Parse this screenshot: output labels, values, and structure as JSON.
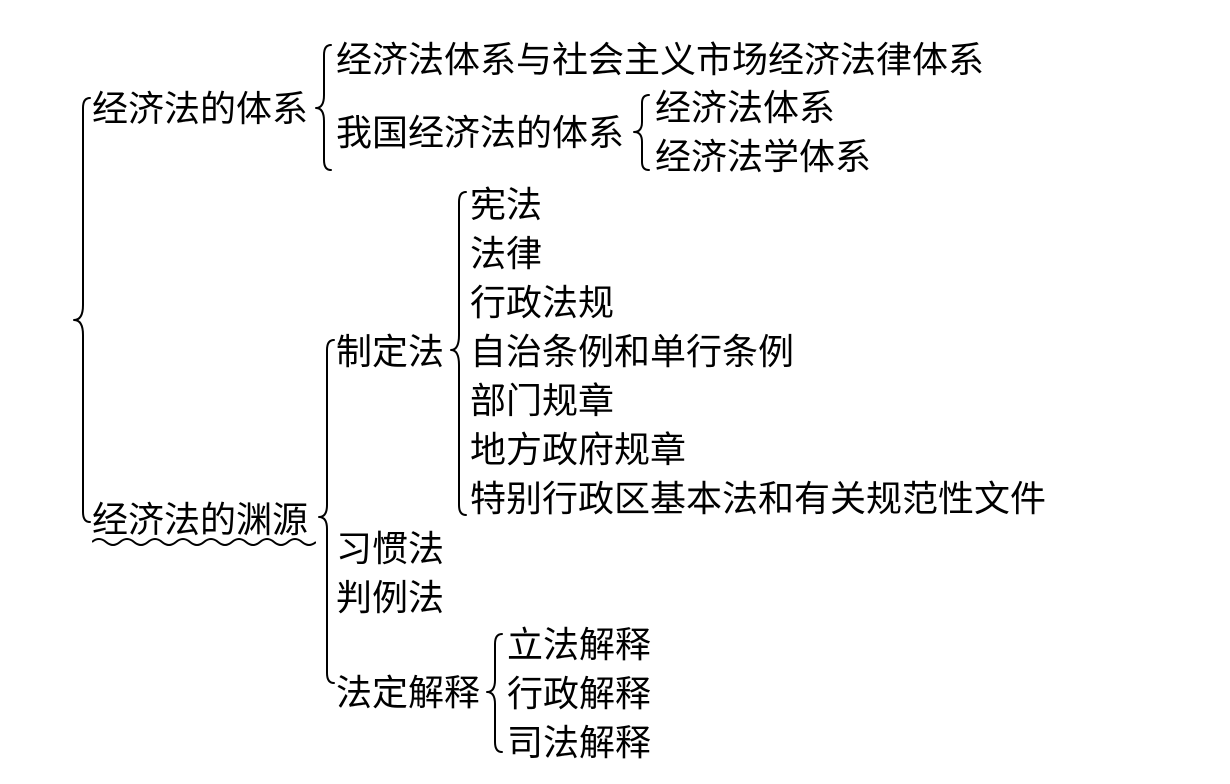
{
  "tree": {
    "system": {
      "label": "经济法的体系",
      "children": {
        "relation": "经济法体系与社会主义市场经济法律体系",
        "china_system": {
          "label": "我国经济法的体系",
          "children": [
            "经济法体系",
            "经济法学体系"
          ]
        }
      }
    },
    "sources": {
      "label": "经济法的渊源",
      "enacted": {
        "label": "制定法",
        "children": [
          "宪法",
          "法律",
          "行政法规",
          "自治条例和单行条例",
          "部门规章",
          "地方政府规章",
          "特别行政区基本法和有关规范性文件"
        ]
      },
      "custom": "习惯法",
      "case": "判例法",
      "interpretation": {
        "label": "法定解释",
        "children": [
          "立法解释",
          "行政解释",
          "司法解释"
        ]
      }
    }
  }
}
